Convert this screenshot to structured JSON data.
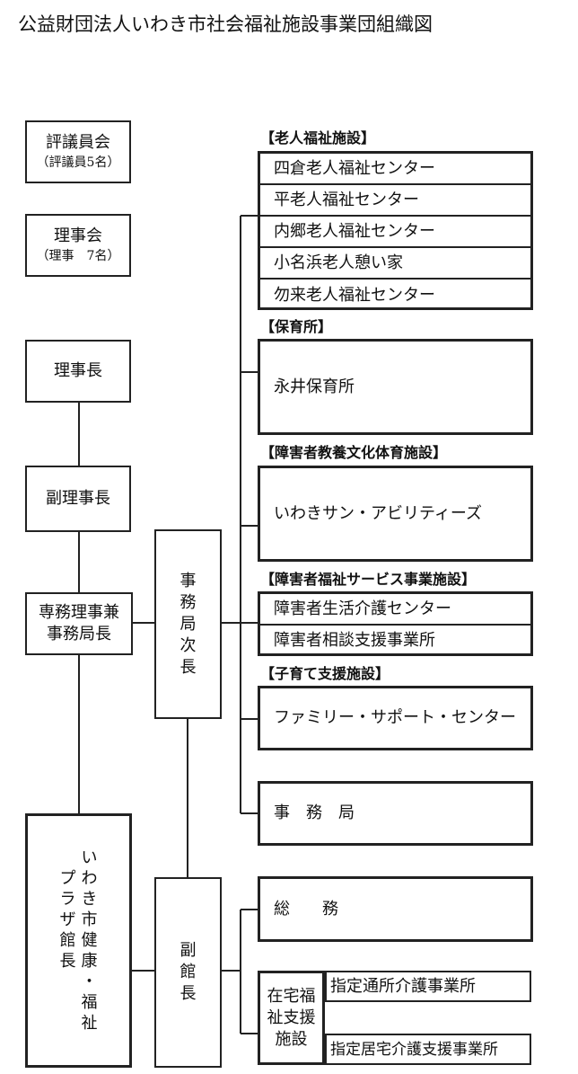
{
  "title": "公益財団法人いわき市社会福祉施設事業団組織図",
  "left": {
    "council": {
      "label": "評議員会",
      "sub": "（評議員5名）"
    },
    "board": {
      "label": "理事会",
      "sub": "（理事　7名）"
    },
    "chairman": "理事長",
    "vice_chairman": "副理事長",
    "managing_director": [
      "専務理事兼",
      "事務局長"
    ],
    "plaza_director_cols": [
      [
        "い",
        "わ",
        "き",
        "市",
        "健",
        "康",
        "・",
        "福",
        "祉"
      ],
      [
        "プ",
        "ラ",
        "ザ",
        "館",
        "長"
      ]
    ]
  },
  "middle": {
    "deputy_secretary": [
      "事",
      "務",
      "局",
      "次",
      "長"
    ],
    "vice_director": [
      "副",
      "館",
      "長"
    ]
  },
  "categories": {
    "elderly": "【老人福祉施設】",
    "nursery": "【保育所】",
    "disabled_culture": "【障害者教養文化体育施設】",
    "disabled_service": "【障害者福祉サービス事業施設】",
    "childcare": "【子育て支援施設】"
  },
  "elderly_items": [
    "四倉老人福祉センター",
    "平老人福祉センター",
    "内郷老人福祉センター",
    "小名浜老人憩い家",
    "勿来老人福祉センター"
  ],
  "nursery_items": [
    "永井保育所"
  ],
  "disabled_culture_items": [
    "いわきサン・アビリティーズ"
  ],
  "disabled_service_items": [
    "障害者生活介護センター",
    "障害者相談支援事業所"
  ],
  "childcare_items": [
    "ファミリー・サポート・センター"
  ],
  "office": "事　務　局",
  "general_affairs": "総　　務",
  "home_welfare": [
    "在宅福",
    "祉支援",
    "施設"
  ],
  "home_welfare_items": [
    "指定通所介護事業所",
    "指定居宅介護支援事業所"
  ]
}
